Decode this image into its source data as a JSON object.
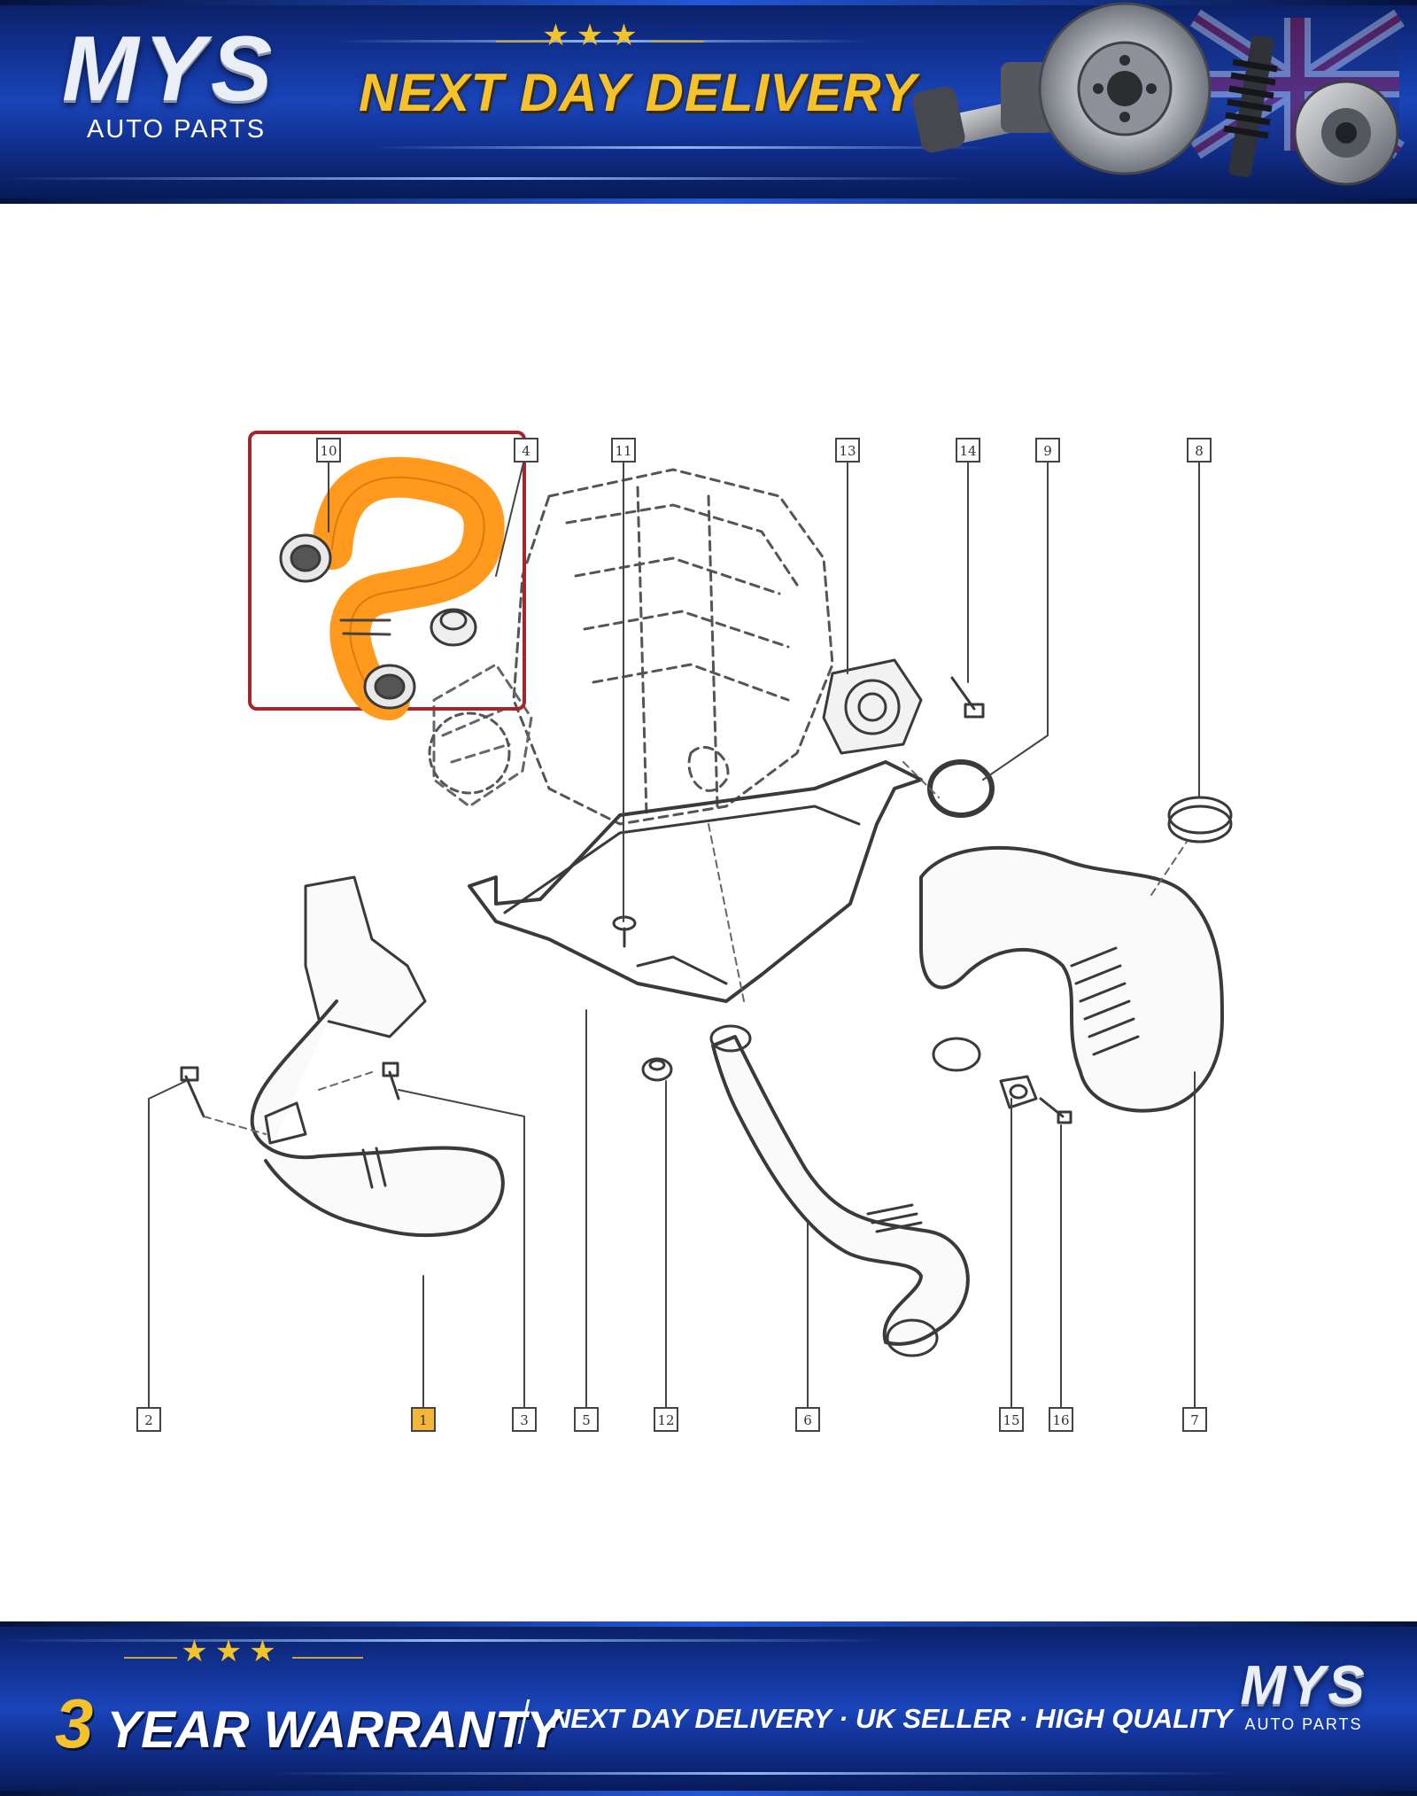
{
  "top_banner": {
    "brand_name": "MYS",
    "brand_sub": "AUTO PARTS",
    "stars": "★★★",
    "headline": "NEXT DAY DELIVERY"
  },
  "diagram": {
    "callouts": [
      "10",
      "4",
      "11",
      "13",
      "14",
      "9",
      "8",
      "2",
      "1",
      "3",
      "5",
      "12",
      "6",
      "15",
      "16",
      "7"
    ],
    "highlighted_callouts": [
      "1"
    ],
    "highlight_color": "#ff9a1f",
    "frame_color": "#a3262c"
  },
  "bottom_banner": {
    "stars": "★★★",
    "warranty_number": "3",
    "warranty_text": "YEAR WARRANTY",
    "tagline": "NEXT DAY DELIVERY · UK SELLER · HIGH QUALITY",
    "brand_name": "MYS",
    "brand_sub": "AUTO PARTS"
  },
  "colors": {
    "banner_blue": "#13359a",
    "accent_gold": "#f5c22b"
  }
}
